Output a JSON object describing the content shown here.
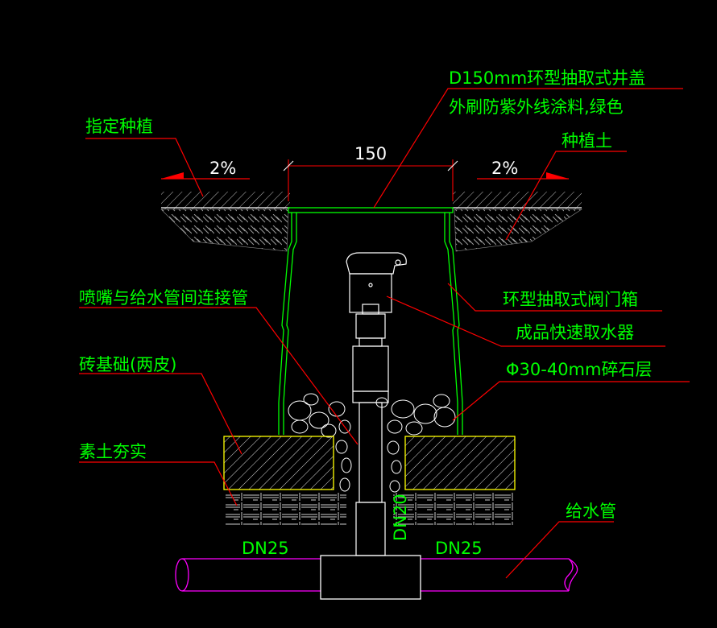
{
  "labels": {
    "cover": "D150mm环型抽取式井盖",
    "cover_note": "外刷防紫外线涂料,绿色",
    "planting": "指定种植",
    "soil": "种植土",
    "nozzle_pipe": "喷嘴与给水管间连接管",
    "valve_box": "环型抽取式阀门箱",
    "quick_coupler": "成品快速取水器",
    "brick_base": "砖基础(两皮)",
    "gravel": "Φ30-40mm碎石层",
    "compacted_soil": "素土夯实",
    "supply_pipe": "给水管"
  },
  "dimensions": {
    "width": "150",
    "slope_left": "2%",
    "slope_right": "2%",
    "pipe_left": "DN25",
    "pipe_right": "DN25",
    "riser": "DN20"
  },
  "colors": {
    "background": "#000000",
    "text": "#00ff00",
    "leader": "#ff0000",
    "structure": "#00ff00",
    "dimension": "#ffffff",
    "pipe": "#ff00ff",
    "brick_outline": "#ffff00"
  }
}
